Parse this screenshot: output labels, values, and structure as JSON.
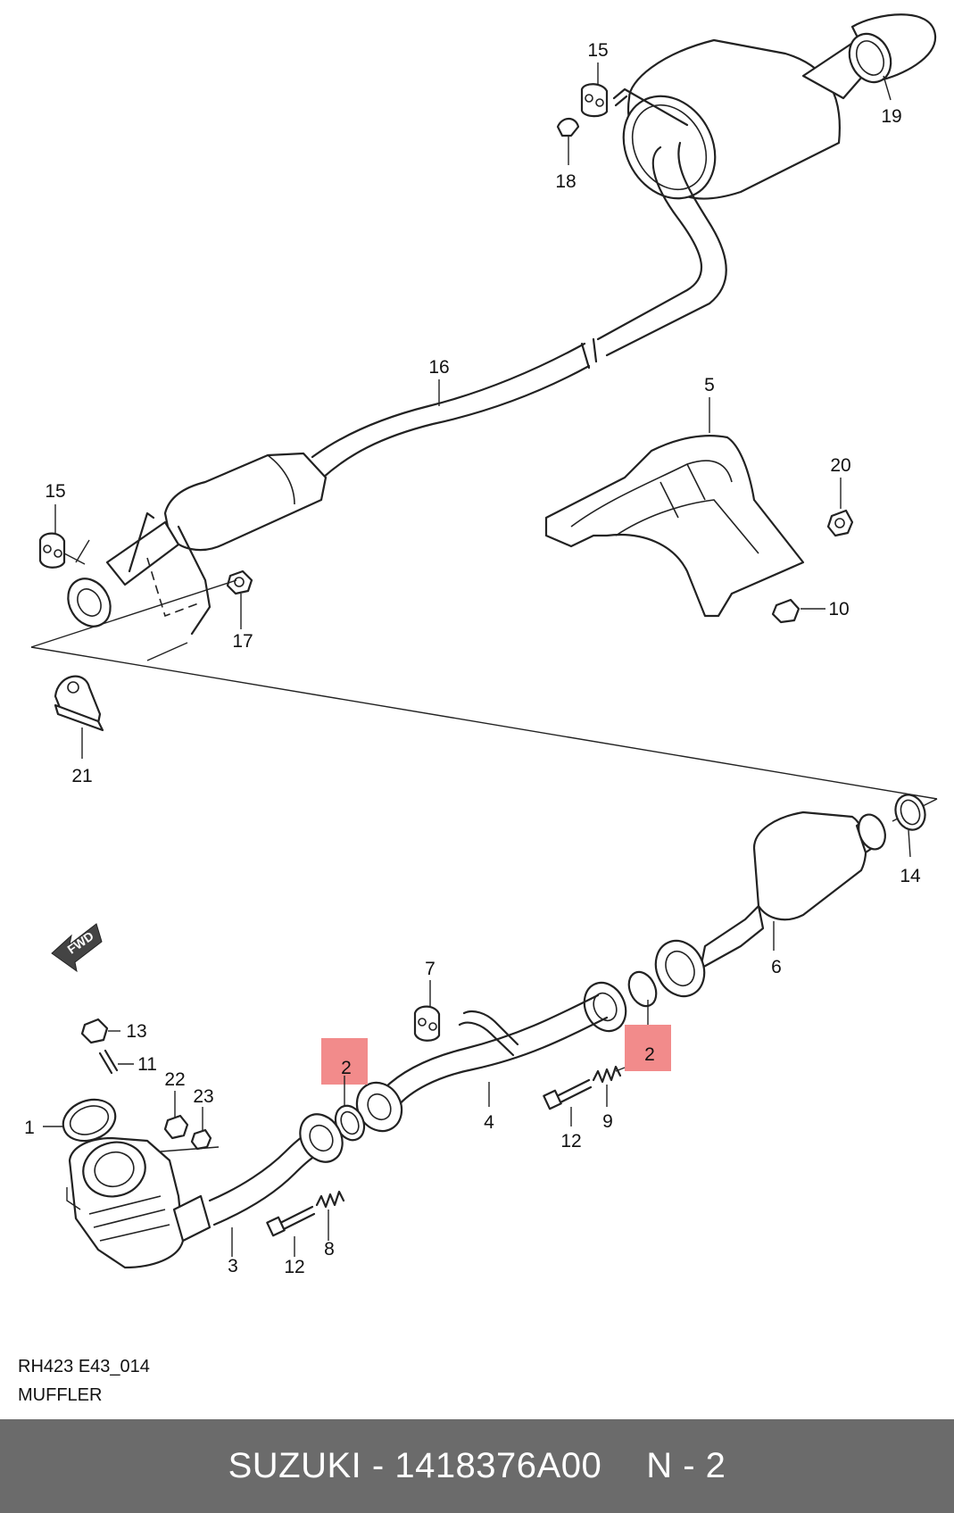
{
  "callouts": {
    "c15a": "15",
    "c18": "18",
    "c19": "19",
    "c16": "16",
    "c5": "5",
    "c20": "20",
    "c15b": "15",
    "c17": "17",
    "c10": "10",
    "c21": "21",
    "c14": "14",
    "c6": "6",
    "c7": "7",
    "c2a": "2",
    "c2b": "2",
    "c13": "13",
    "c11": "11",
    "c22": "22",
    "c23": "23",
    "c1": "1",
    "c4": "4",
    "c12a": "12",
    "c9": "9",
    "c3": "3",
    "c12b": "12",
    "c8": "8"
  },
  "fwd_label": "FWD",
  "diagram_code": "RH423 E43_014",
  "diagram_title": "MUFFLER",
  "footer": {
    "brand": "SUZUKI - 1418376A00",
    "note": "N - 2"
  },
  "colors": {
    "highlight": "#f28b8b",
    "footer_bg": "#6b6b6b",
    "footer_text": "#ffffff",
    "line": "#222222"
  }
}
